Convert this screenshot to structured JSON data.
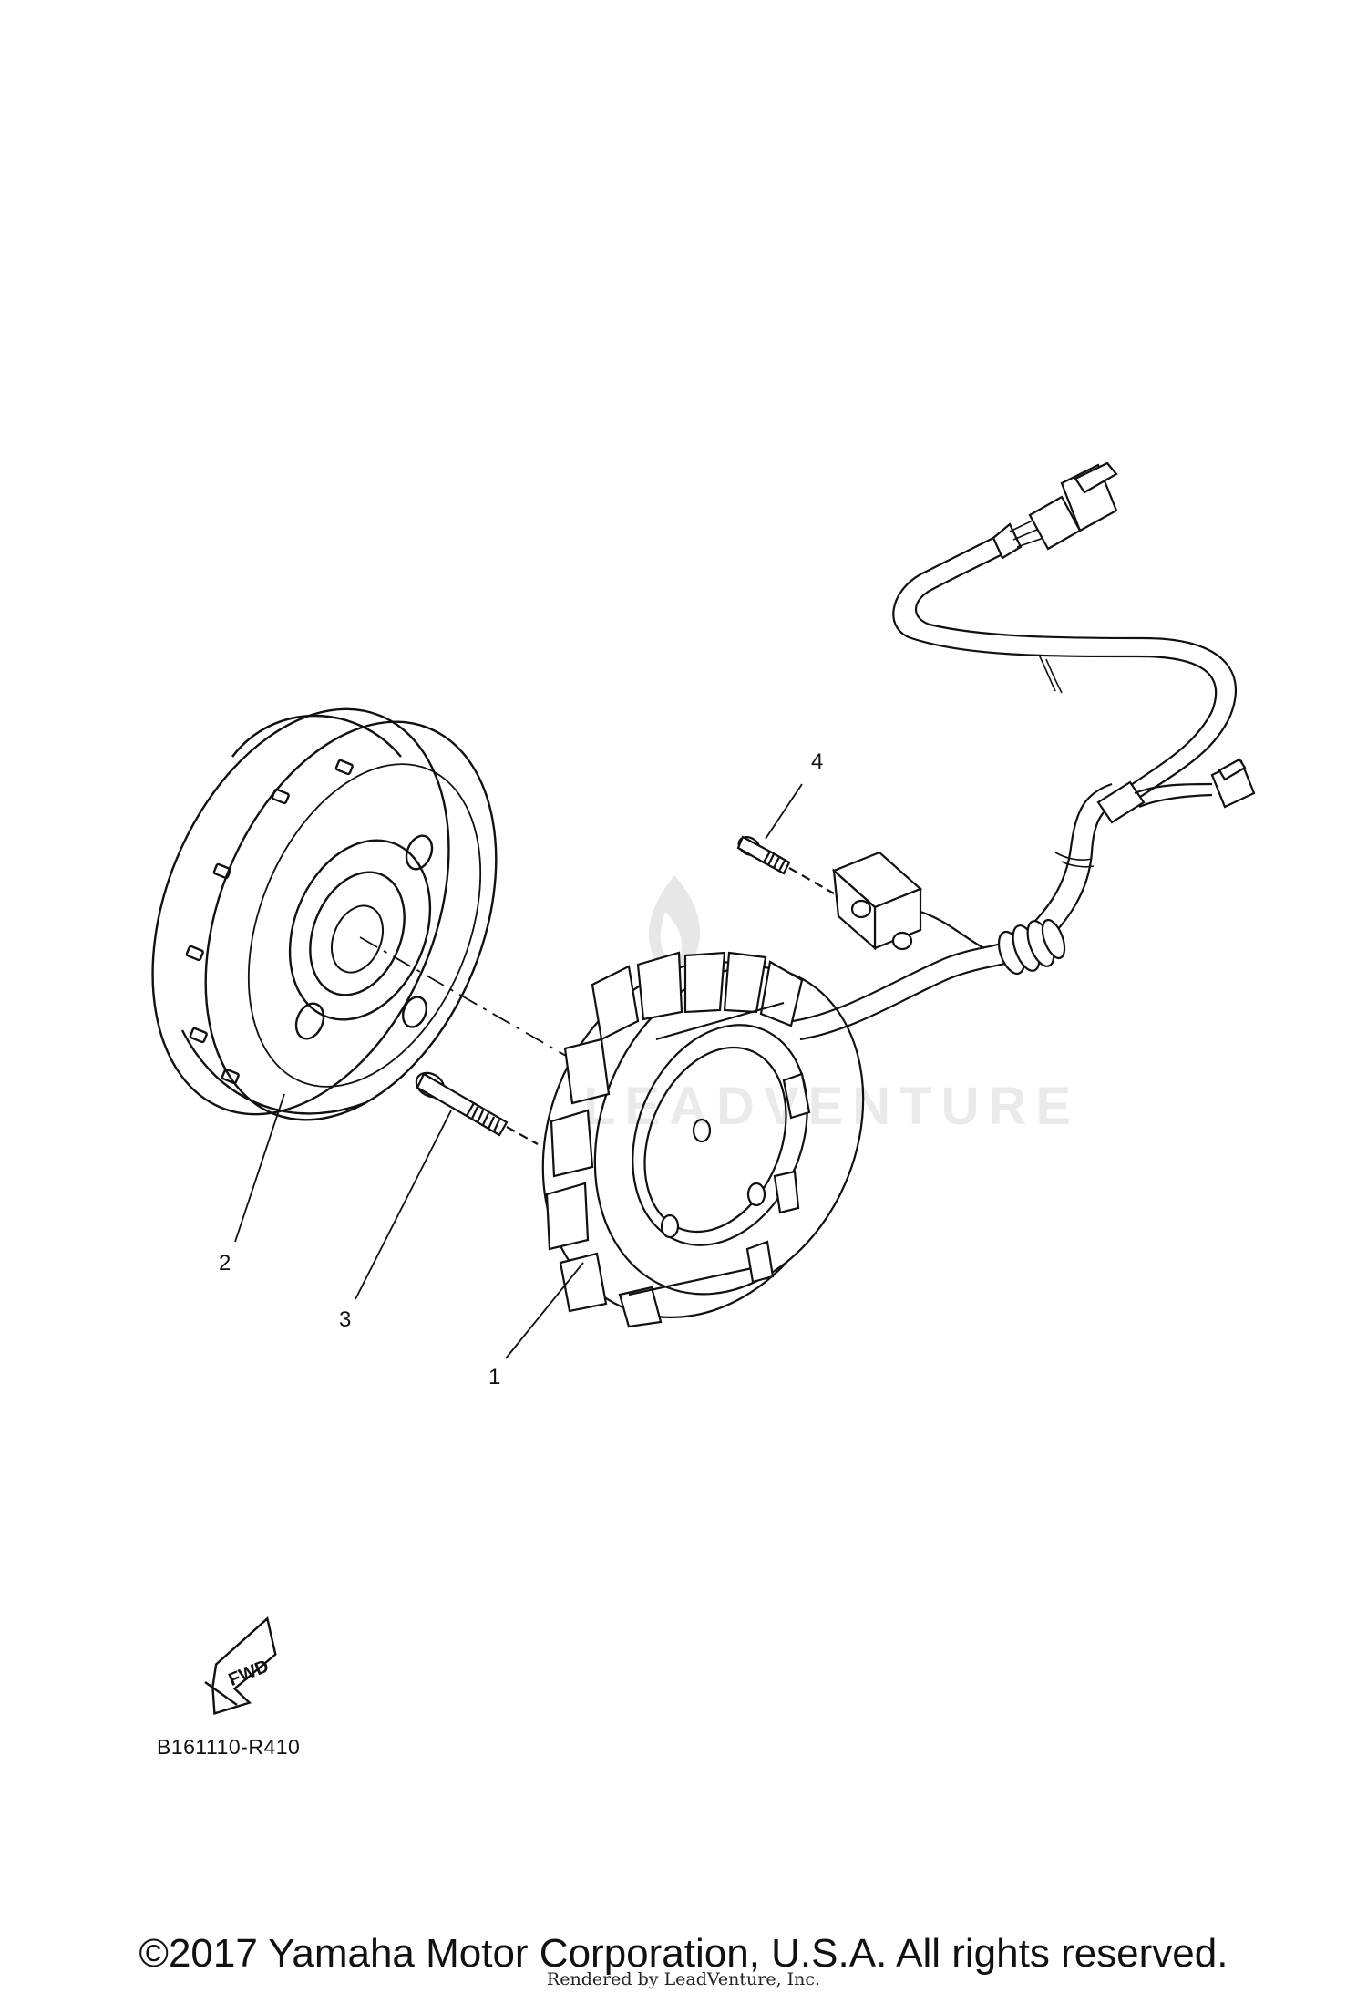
{
  "callouts": {
    "c1": "1",
    "c2": "2",
    "c3": "3",
    "c4": "4"
  },
  "fwd_label": "FWD",
  "diagram_code": "B161110-R410",
  "watermark": "LEADVENTURE",
  "copyright": "©2017 Yamaha Motor Corporation, U.S.A. All rights reserved.",
  "rendered_by": "Rendered by LeadVenture, Inc."
}
